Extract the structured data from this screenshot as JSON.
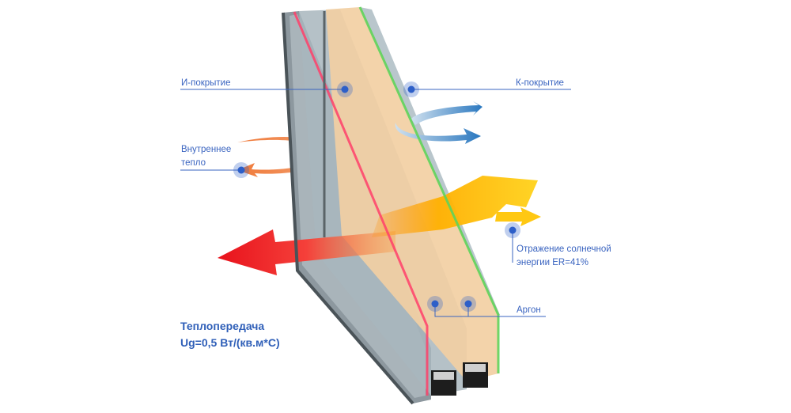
{
  "labels": {
    "i_coating": "И-покрытие",
    "k_coating": "К-покрытие",
    "inner_heat_line1": "Внутреннее",
    "inner_heat_line2": "тепло",
    "solar_line1": "Отражение солнечной",
    "solar_line2": "энергии ER=41%",
    "argon": "Аргон"
  },
  "heat_transfer": {
    "title": "Теплопередача",
    "value": "Ug=0,5 Вт/(кв.м*С)"
  },
  "colors": {
    "label_blue": "#3a64c0",
    "marker_blue": "#2d5fc8",
    "heat_red": "#f0262b",
    "solar_yellow": "#ffc812",
    "reflect_blue": "#2f7fc4",
    "glass_tan": "#f2cfa3"
  }
}
